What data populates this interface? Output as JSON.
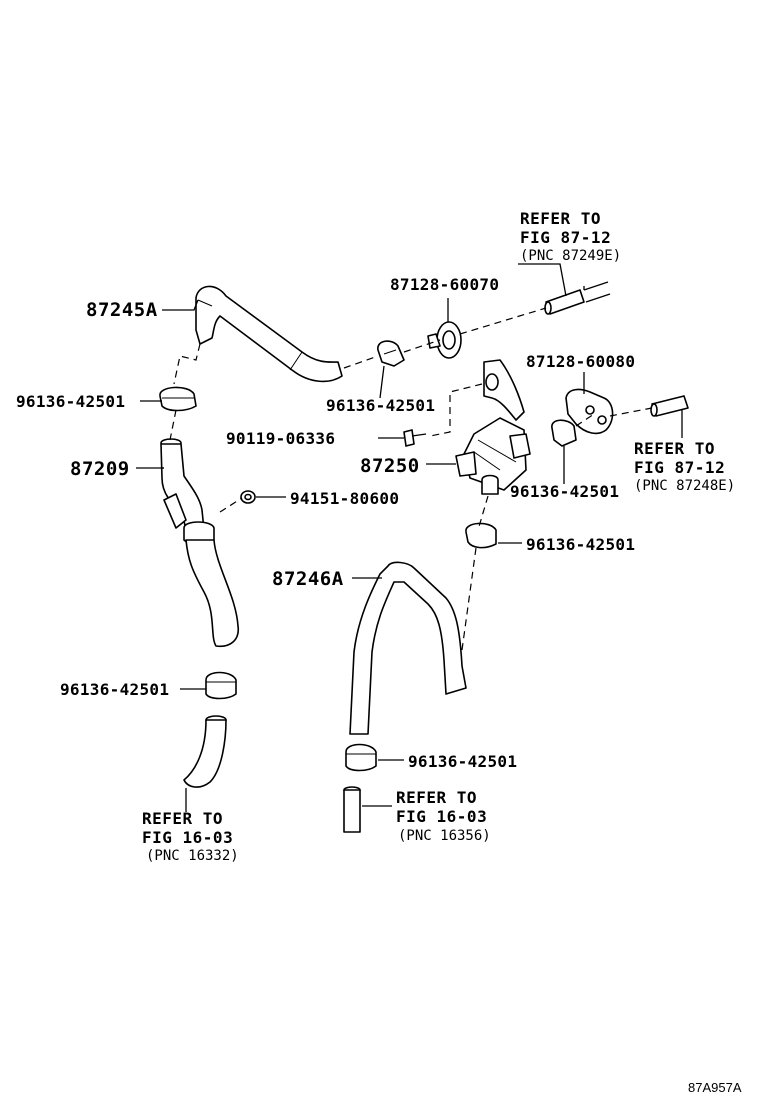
{
  "figure_id": "87A957A",
  "labels": {
    "hose_87245A": "87245A",
    "hose_87246A": "87246A",
    "pipe_87209": "87209",
    "valve_87250": "87250",
    "clamp_a": "96136-42501",
    "clamp_b": "96136-42501",
    "clamp_c": "96136-42501",
    "clamp_d": "96136-42501",
    "clamp_e": "96136-42501",
    "clamp_f": "96136-42501",
    "grommet_upper": "87128-60070",
    "grommet_lower": "87128-60080",
    "bolt": "90119-06336",
    "nut": "94151-80600"
  },
  "refs": {
    "top": {
      "line1": "REFER TO",
      "line2": "FIG 87-12",
      "line3": "(PNC 87249E)"
    },
    "right": {
      "line1": "REFER TO",
      "line2": "FIG 87-12",
      "line3": "(PNC 87248E)"
    },
    "bottom_left": {
      "line1": "REFER TO",
      "line2": "FIG 16-03",
      "line3": "(PNC 16332)"
    },
    "bottom_mid": {
      "line1": "REFER TO",
      "line2": "FIG 16-03",
      "line3": "(PNC 16356)"
    }
  }
}
